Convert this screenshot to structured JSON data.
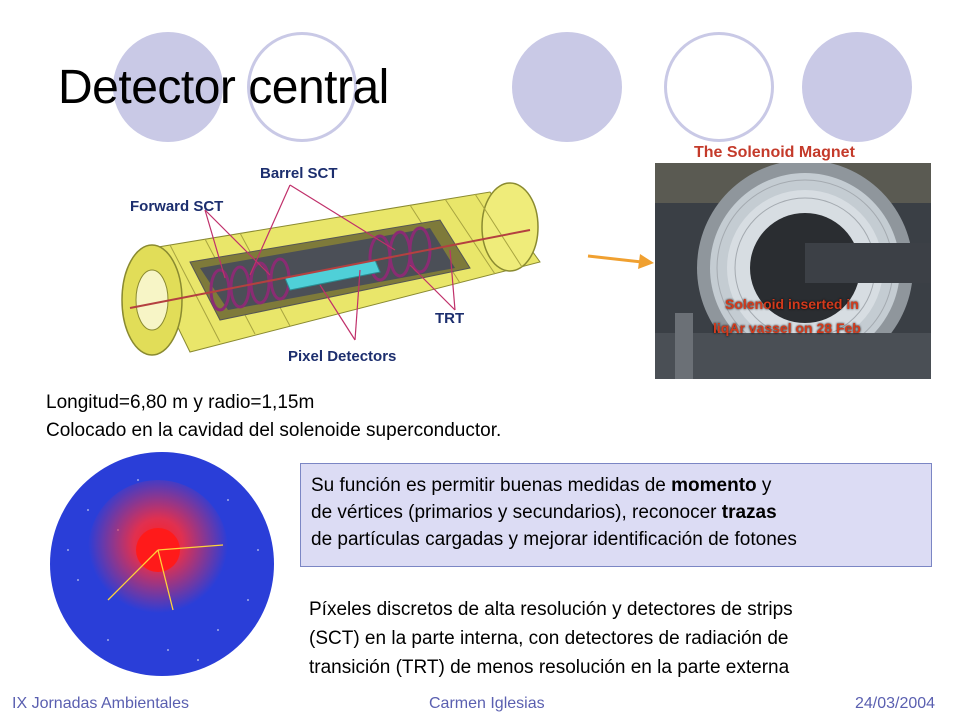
{
  "slide": {
    "title": "Detector central",
    "detector_labels": {
      "barrel_sct": "Barrel SCT",
      "forward_sct": "Forward SCT",
      "trt": "TRT",
      "pixel_detectors": "Pixel Detectors"
    },
    "magnet": {
      "caption": "The Solenoid Magnet",
      "overlay_line1": "Solenoid inserted in",
      "overlay_line2": "liqAr vassel  on 28 Feb"
    },
    "body": {
      "line1": "Longitud=6,80 m y radio=1,15m",
      "line2": "Colocado en la cavidad del solenoide superconductor."
    },
    "function_box": {
      "l1_pre": "Su función es permitir buenas medidas de ",
      "l1_bold": "momento",
      "l1_post": " y",
      "l2_pre": "de vértices (primarios y secundarios), reconocer ",
      "l2_bold": "trazas",
      "l3": "de partículas cargadas y mejorar identificación de fotones"
    },
    "pixels_text": {
      "l1": "Píxeles discretos de alta resolución y detectores de strips",
      "l2": "(SCT) en la parte interna, con detectores de radiación de",
      "l3": "transición (TRT) de menos resolución en la parte externa"
    },
    "footer": {
      "left": "IX Jornadas Ambientales",
      "center": "Carmen Iglesias",
      "right": "24/03/2004"
    }
  },
  "colors": {
    "decor_circles": "#c9c9e6",
    "footer_text": "#5a5fb0",
    "box_fill": "#dcdcf4",
    "box_border": "#7b86c4",
    "label_blue": "#1c2e6e",
    "arrow_orange": "#f0a030"
  }
}
